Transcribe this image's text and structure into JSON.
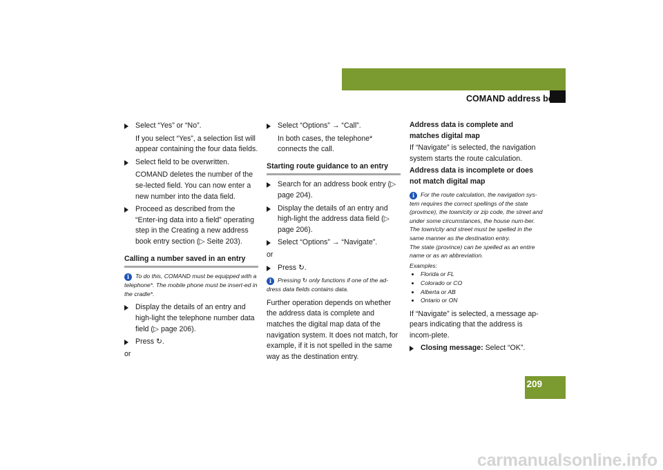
{
  "header": {
    "title": "Control systems",
    "subtitle": "COMAND address book"
  },
  "page_number": "209",
  "col1": {
    "b1": "Select “Yes” or “No”.",
    "t1": "If you select “Yes”, a selection list will appear containing the four data fields.",
    "b2": "Select field to be overwritten.",
    "t2": "COMAND deletes the number of the se-lected field. You can now enter a new number into the data field.",
    "b3": "Proceed as described from the “Enter-ing data into a field” operating step in the Creating a new address book entry section (▷ Seite 203).",
    "heading": "Calling a number saved in an entry",
    "note": "To do this, COMAND must be equipped with a telephone*. The mobile phone must be insert-ed in the cradle*.",
    "b4": "Display the details of an entry and high-light the telephone number data field (▷ page 206).",
    "b5": "Press ↻.",
    "or": "or"
  },
  "col2": {
    "b1": "Select “Options” → “Call”.",
    "t1": "In both cases, the telephone* connects the call.",
    "heading": "Starting route guidance to an entry",
    "b2": "Search for an address book entry (▷ page 204).",
    "b3": "Display the details of an entry and high-light the address data field (▷ page 206).",
    "b4": "Select “Options” → “Navigate”.",
    "or": "or",
    "b5": "Press ↻.",
    "note": "Pressing ↻ only functions if one of the ad-dress data fields contains data.",
    "para": "Further operation depends on whether the address data is complete and matches the digital map data of the navigation system. It does not match, for example, if it is not spelled in the same way as the destination entry."
  },
  "col3": {
    "h1": "Address data is complete and matches digital map",
    "t1": "If “Navigate” is selected, the navigation system starts the route calculation.",
    "h2": "Address data is incomplete or does not match digital map",
    "note1": "For the route calculation, the navigation sys-tem requires the correct spellings of the state (province), the town/city or zip code, the street and under some circumstances, the house num-ber. The town/city and street must be spelled in the same manner as the destination entry.",
    "note2": "The state (province) can be spelled as an entire name or as an abbreviation.",
    "examples_label": "Examples:",
    "examples": [
      "Florida or FL",
      "Colorado or CO",
      "Alberta or AB",
      "Ontario or ON"
    ],
    "t2": "If “Navigate” is selected, a message ap-pears indicating that the address is incom-plete.",
    "b_bold": "Closing message:",
    "b_rest": " Select “OK”."
  },
  "watermark": "carmanualsonline.info",
  "colors": {
    "accent": "#7b9a2f",
    "info_icon": "#1e55b4",
    "rule": "#a7a7a7"
  },
  "icons": [
    "info-icon",
    "bullet-arrow-icon",
    "rotary-knob-icon"
  ]
}
